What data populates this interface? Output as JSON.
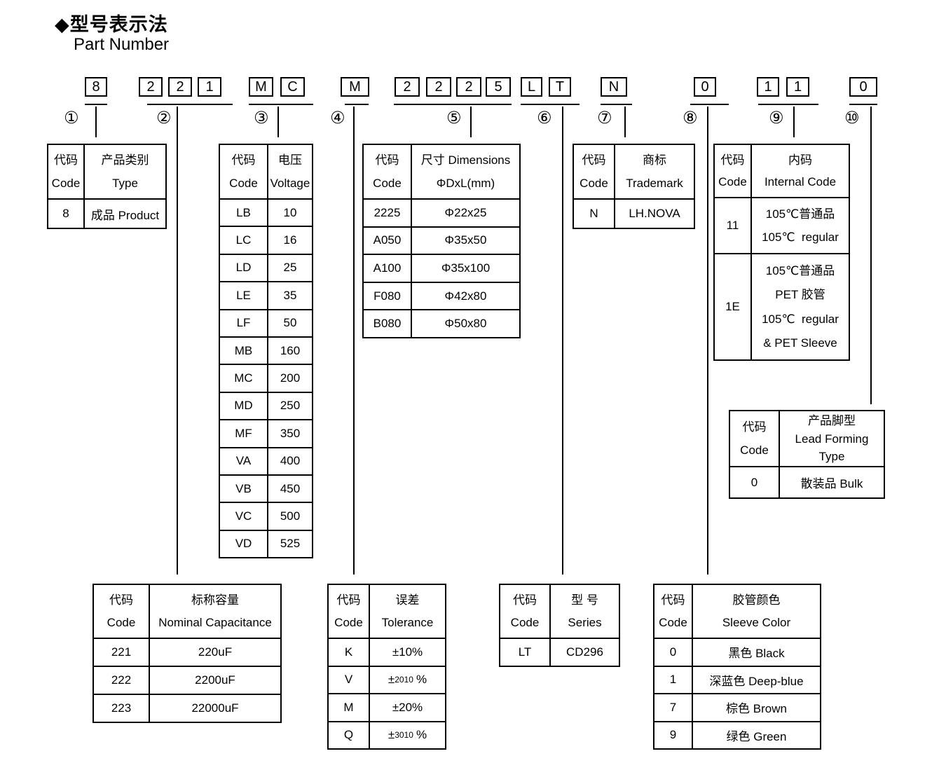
{
  "title": {
    "diamond": "◆",
    "zh": "型号表示法",
    "en": "Part Number"
  },
  "markers": {
    "m1": "①",
    "m2": "②",
    "m3": "③",
    "m4": "④",
    "m5": "⑤",
    "m6": "⑥",
    "m7": "⑦",
    "m8": "⑧",
    "m9": "⑨",
    "m10": "⑩"
  },
  "code_boxes": {
    "g1": [
      "8"
    ],
    "g2": [
      "2",
      "2",
      "1"
    ],
    "g3": [
      "M",
      "C"
    ],
    "g4": [
      "M"
    ],
    "g5": [
      "2",
      "2",
      "2",
      "5"
    ],
    "g6": [
      "L",
      "T"
    ],
    "g7": [
      "N"
    ],
    "g8": [
      "0"
    ],
    "g9": [
      "1",
      "1"
    ],
    "g10": [
      "0"
    ]
  },
  "tables": {
    "type": {
      "h1zh": "代码",
      "h1en": "Code",
      "h2zh": "产品类别",
      "h2en": "Type",
      "rows": [
        [
          "8",
          "成品 Product"
        ]
      ]
    },
    "voltage": {
      "h1zh": "代码",
      "h1en": "Code",
      "h2zh": "电压",
      "h2en": "Voltage",
      "rows": [
        [
          "LB",
          "10"
        ],
        [
          "LC",
          "16"
        ],
        [
          "LD",
          "25"
        ],
        [
          "LE",
          "35"
        ],
        [
          "LF",
          "50"
        ],
        [
          "MB",
          "160"
        ],
        [
          "MC",
          "200"
        ],
        [
          "MD",
          "250"
        ],
        [
          "MF",
          "350"
        ],
        [
          "VA",
          "400"
        ],
        [
          "VB",
          "450"
        ],
        [
          "VC",
          "500"
        ],
        [
          "VD",
          "525"
        ]
      ]
    },
    "dimensions": {
      "h1zh": "代码",
      "h1en": "Code",
      "h2zh": "尺寸 Dimensions",
      "h2en": "ΦDxL(mm)",
      "rows": [
        [
          "2225",
          "Φ22x25"
        ],
        [
          "A050",
          "Φ35x50"
        ],
        [
          "A100",
          "Φ35x100"
        ],
        [
          "F080",
          "Φ42x80"
        ],
        [
          "B080",
          "Φ50x80"
        ]
      ]
    },
    "trademark": {
      "h1zh": "代码",
      "h1en": "Code",
      "h2zh": "商标",
      "h2en": "Trademark",
      "rows": [
        [
          "N",
          "LH.NOVA"
        ]
      ]
    },
    "internal": {
      "h1zh": "代码",
      "h1en": "Code",
      "h2zh": "内码",
      "h2en": "Internal Code",
      "rows": [
        {
          "code": "11",
          "lines": [
            "105℃普通品",
            "105℃  regular"
          ]
        },
        {
          "code": "1E",
          "lines": [
            "105℃普通品",
            "PET 胶管",
            "105℃  regular",
            "& PET Sleeve"
          ]
        }
      ]
    },
    "lead": {
      "h1zh": "代码",
      "h1en": "Code",
      "h2lines": [
        "产品脚型",
        "Lead Forming",
        "Type"
      ],
      "rows": [
        [
          "0",
          "散装品 Bulk"
        ]
      ]
    },
    "capacitance": {
      "h1zh": "代码",
      "h1en": "Code",
      "h2zh": "标称容量",
      "h2en": "Nominal Capacitance",
      "rows": [
        [
          "221",
          "220uF"
        ],
        [
          "222",
          "2200uF"
        ],
        [
          "223",
          "22000uF"
        ]
      ]
    },
    "tolerance": {
      "h1zh": "代码",
      "h1en": "Code",
      "h2zh": "误差",
      "h2en": "Tolerance",
      "rows": [
        {
          "code": "K",
          "pre": "±10%",
          "sup": "",
          "sub": "",
          "post": ""
        },
        {
          "code": "V",
          "pre": "±",
          "sup": "20",
          "sub": "10",
          "post": "%"
        },
        {
          "code": "M",
          "pre": "±20%",
          "sup": "",
          "sub": "",
          "post": ""
        },
        {
          "code": "Q",
          "pre": "±",
          "sup": "30",
          "sub": "10",
          "post": "%"
        }
      ]
    },
    "series": {
      "h1zh": "代码",
      "h1en": "Code",
      "h2zh": "型 号",
      "h2en": "Series",
      "rows": [
        [
          "LT",
          "CD296"
        ]
      ]
    },
    "sleeve": {
      "h1zh": "代码",
      "h1en": "Code",
      "h2zh": "胶管颜色",
      "h2en": "Sleeve Color",
      "rows": [
        [
          "0",
          "黑色 Black"
        ],
        [
          "1",
          "深蓝色 Deep-blue"
        ],
        [
          "7",
          "棕色 Brown"
        ],
        [
          "9",
          "绿色 Green"
        ]
      ]
    }
  }
}
